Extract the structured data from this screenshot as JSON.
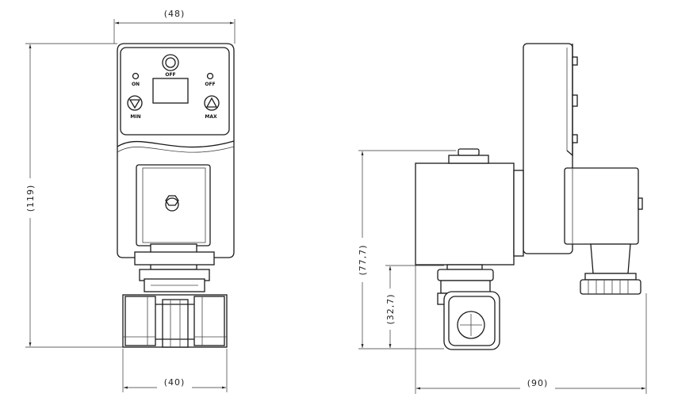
{
  "front_view": {
    "dim_width_top": "(48)",
    "dim_height_left": "(119)",
    "dim_width_bottom": "(40)",
    "label_on": "ON",
    "label_off_center": "OFF",
    "label_off_right": "OFF",
    "label_min": "MIN",
    "label_max": "MAX"
  },
  "side_view": {
    "dim_height_outer": "(77,7)",
    "dim_height_inner": "(32,7)",
    "dim_width_bottom": "(90)"
  }
}
